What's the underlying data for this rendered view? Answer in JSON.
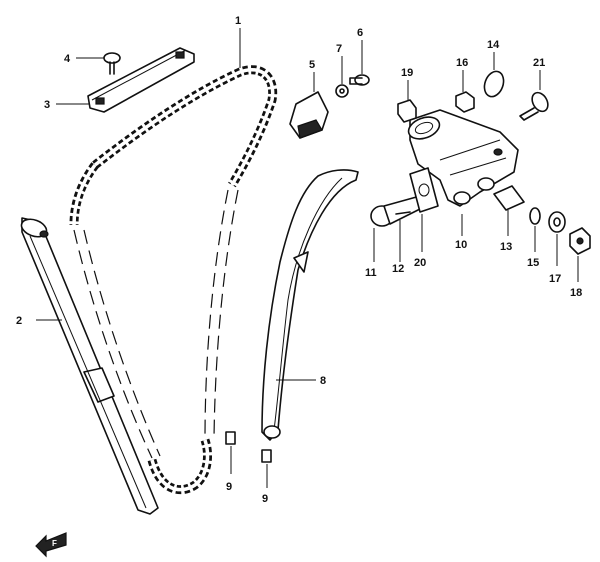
{
  "parts": [
    {
      "id": "1",
      "label": "1"
    },
    {
      "id": "2",
      "label": "2"
    },
    {
      "id": "3",
      "label": "3"
    },
    {
      "id": "4",
      "label": "4"
    },
    {
      "id": "5",
      "label": "5"
    },
    {
      "id": "6",
      "label": "6"
    },
    {
      "id": "7",
      "label": "7"
    },
    {
      "id": "8",
      "label": "8"
    },
    {
      "id": "9a",
      "label": "9"
    },
    {
      "id": "9b",
      "label": "9"
    },
    {
      "id": "10",
      "label": "10"
    },
    {
      "id": "11",
      "label": "11"
    },
    {
      "id": "12",
      "label": "12"
    },
    {
      "id": "13",
      "label": "13"
    },
    {
      "id": "14",
      "label": "14"
    },
    {
      "id": "15",
      "label": "15"
    },
    {
      "id": "16",
      "label": "16"
    },
    {
      "id": "17",
      "label": "17"
    },
    {
      "id": "18",
      "label": "18"
    },
    {
      "id": "19",
      "label": "19"
    },
    {
      "id": "20",
      "label": "20"
    },
    {
      "id": "21",
      "label": "21"
    }
  ],
  "front_marker": {
    "label": "F"
  }
}
